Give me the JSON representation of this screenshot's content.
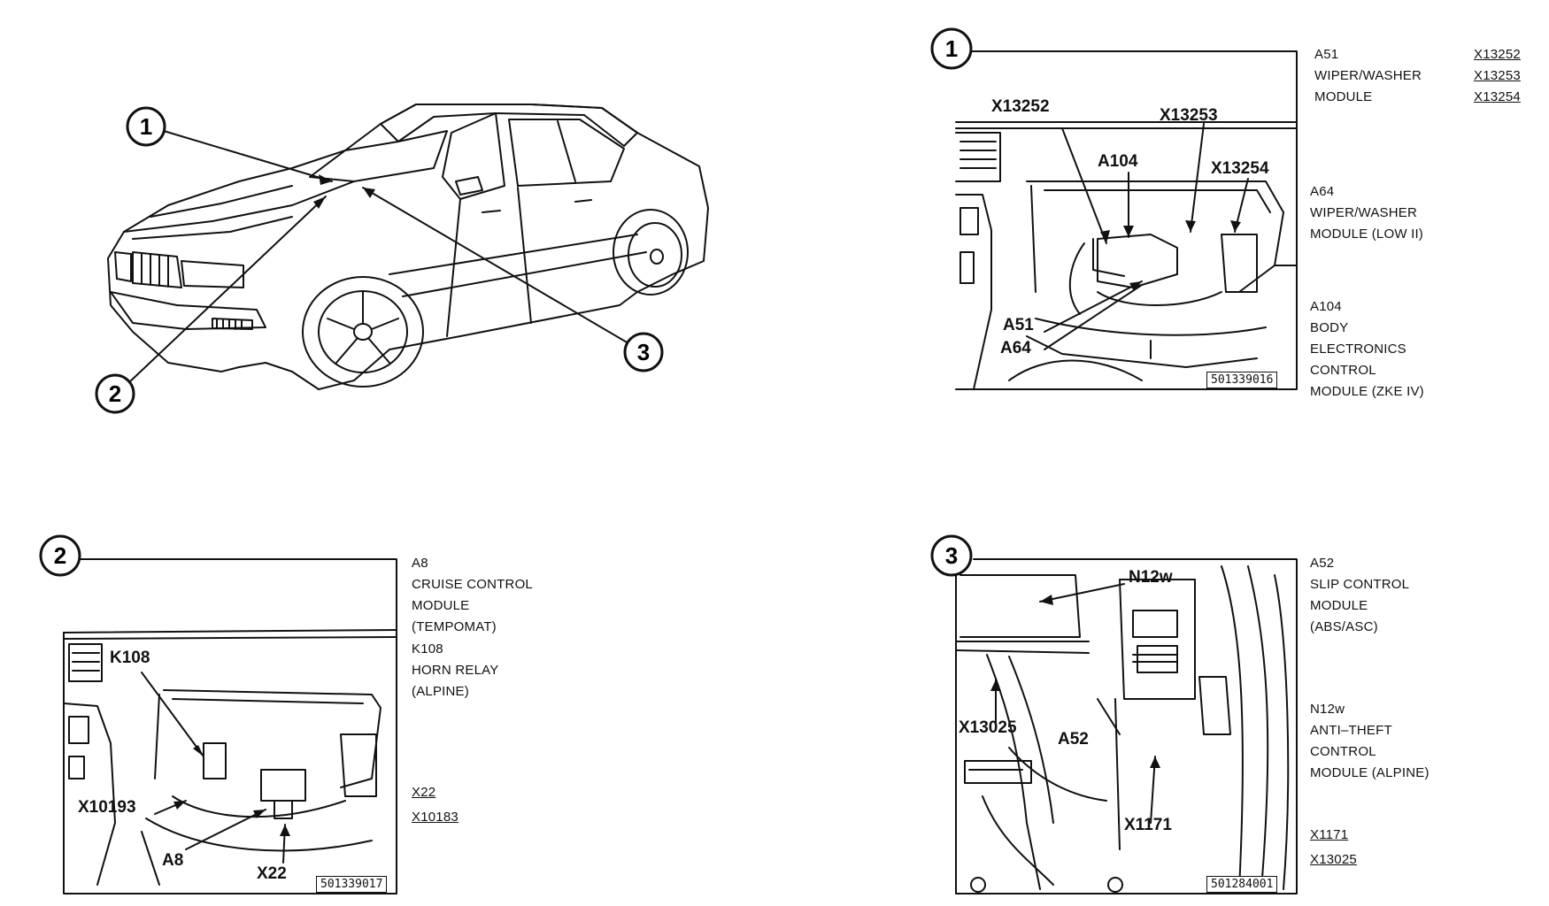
{
  "callouts": {
    "c1": "1",
    "c2": "2",
    "c3": "3"
  },
  "panel1": {
    "number": "1",
    "figure_id": "501339016",
    "labels": {
      "x13252": "X13252",
      "x13253": "X13253",
      "a104": "A104",
      "x13254": "X13254",
      "a51": "A51",
      "a64": "A64"
    },
    "legend": [
      {
        "code": "A51",
        "desc": [
          "WIPER/WASHER",
          "MODULE"
        ]
      },
      {
        "code": "A64",
        "desc": [
          "WIPER/WASHER",
          "MODULE (LOW II)"
        ]
      },
      {
        "code": "A104",
        "desc": [
          "BODY",
          "ELECTRONICS",
          "CONTROL",
          "MODULE (ZKE IV)"
        ]
      }
    ],
    "connectors": [
      "X13252",
      "X13253",
      "X13254"
    ]
  },
  "panel2": {
    "number": "2",
    "figure_id": "501339017",
    "labels": {
      "k108": "K108",
      "x10193": "X10193",
      "a8": "A8",
      "x22": "X22"
    },
    "legend": [
      {
        "code": "A8",
        "desc": [
          "CRUISE CONTROL",
          "MODULE",
          "(TEMPOMAT)"
        ]
      },
      {
        "code": "K108",
        "desc": [
          "HORN RELAY",
          "(ALPINE)"
        ]
      }
    ],
    "connectors": [
      "X22",
      "X10183"
    ]
  },
  "panel3": {
    "number": "3",
    "figure_id": "501284001",
    "labels": {
      "n12w": "N12w",
      "x13025": "X13025",
      "a52": "A52",
      "x1171": "X1171"
    },
    "legend": [
      {
        "code": "A52",
        "desc": [
          "SLIP CONTROL",
          "MODULE",
          "(ABS/ASC)"
        ]
      },
      {
        "code": "N12w",
        "desc": [
          "ANTI–THEFT",
          "CONTROL",
          "MODULE (ALPINE)"
        ]
      }
    ],
    "connectors": [
      "X1171",
      "X13025"
    ]
  }
}
